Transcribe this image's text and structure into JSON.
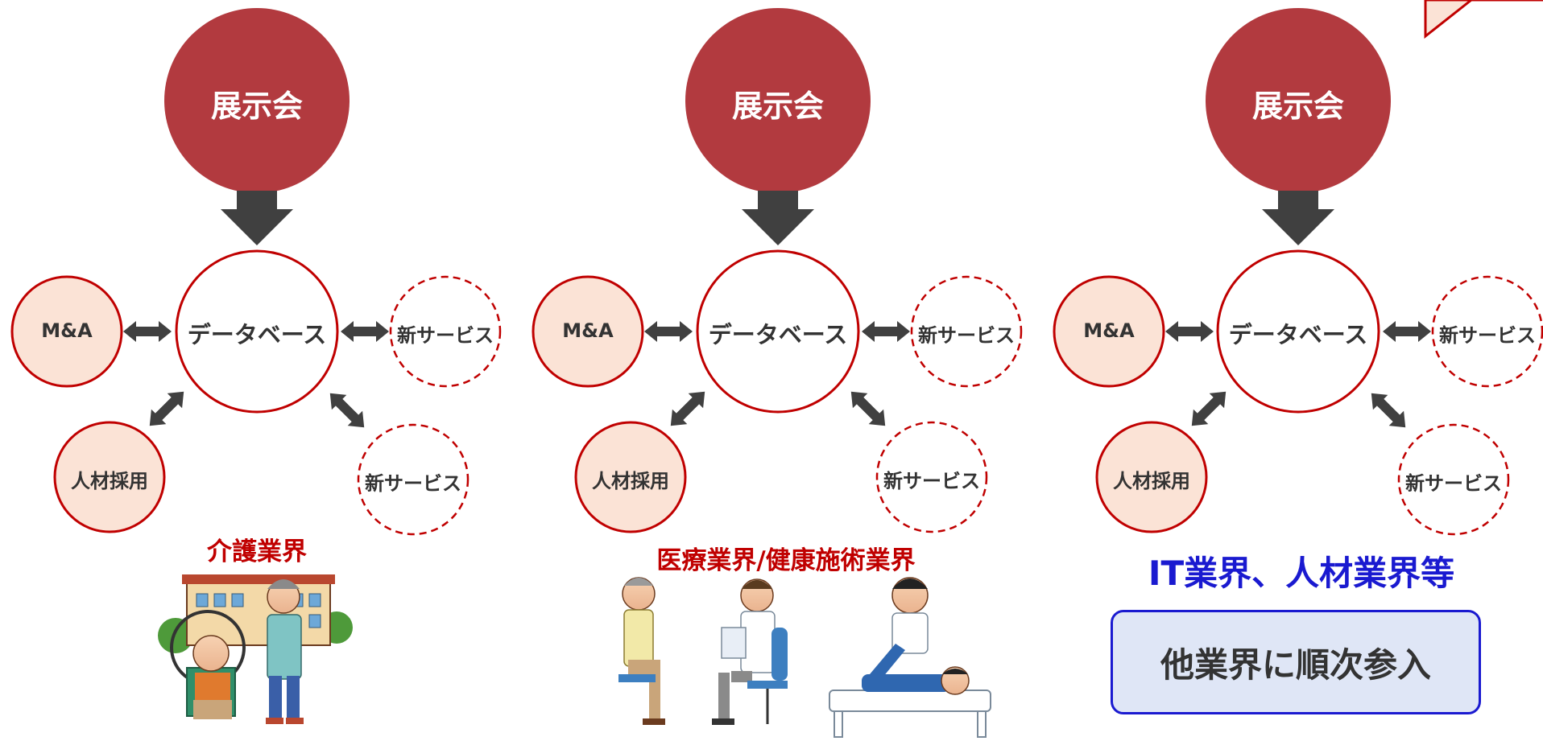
{
  "colors": {
    "exhibition_circle": "#b23a3f",
    "database_border": "#c00000",
    "satellite_fill": "#fbe3d6",
    "satellite_border": "#c00000",
    "arrow": "#404040",
    "industry_red": "#c00000",
    "industry_blue": "#1a1ad0",
    "callout_fill": "#dfe6f6",
    "callout_border": "#1a1ad0"
  },
  "groups": [
    {
      "exhibition": "展示会",
      "database": "データベース",
      "ma": "M&A",
      "hiring": "人材採用",
      "new_service_top": "新サービス",
      "new_service_bottom": "新サービス",
      "industry": "介護業界",
      "illustration": "nursing-care-illustration"
    },
    {
      "exhibition": "展示会",
      "database": "データベース",
      "ma": "M&A",
      "hiring": "人材採用",
      "new_service_top": "新サービス",
      "new_service_bottom": "新サービス",
      "industry": "医療業界/健康施術業界",
      "illustration": "medical-consultation-illustration"
    },
    {
      "exhibition": "展示会",
      "database": "データベース",
      "ma": "M&A",
      "hiring": "人材採用",
      "new_service_top": "新サービス",
      "new_service_bottom": "新サービス",
      "industry": "IT業界、人材業界等",
      "callout": "他業界に順次参入"
    }
  ]
}
